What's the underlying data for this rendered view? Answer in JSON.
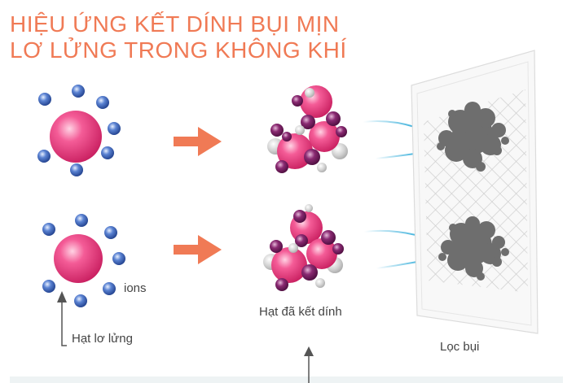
{
  "title": {
    "line1": "HIỆU ỨNG KẾT DÍNH BỤI MỊN",
    "line2": "LƠ LỬNG TRONG KHÔNG KHÍ"
  },
  "labels": {
    "ions": "ions",
    "suspended_particle": "Hạt lơ lửng",
    "clumped_particles": "Hạt đã kết dính",
    "dust_filter": "Lọc bụi"
  },
  "colors": {
    "title": "#f07a55",
    "particle": "#e63b7a",
    "ion": "#3a5fb0",
    "bonded_ion": "#6e1a5a",
    "dust": "#707070",
    "arrow": "#f07a55",
    "airflow": "#29a9d8"
  }
}
